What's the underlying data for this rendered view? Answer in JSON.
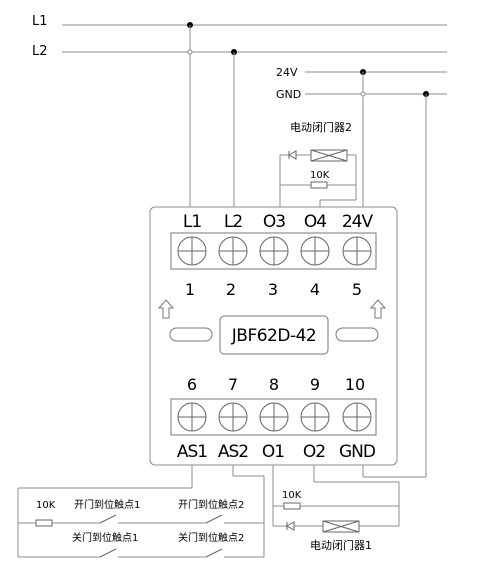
{
  "supply": {
    "l1": "L1",
    "l2": "L2",
    "v24": "24V",
    "gnd": "GND"
  },
  "module": {
    "model": "JBF62D-42",
    "top_labels": [
      "L1",
      "L2",
      "O3",
      "O4",
      "24V"
    ],
    "top_numbers": [
      "1",
      "2",
      "3",
      "4",
      "5"
    ],
    "bottom_numbers": [
      "6",
      "7",
      "8",
      "9",
      "10"
    ],
    "bottom_labels": [
      "AS1",
      "AS2",
      "O1",
      "O2",
      "GND"
    ]
  },
  "closer2": {
    "title": "电动闭门器2",
    "resistor": "10K"
  },
  "closer1": {
    "title": "电动闭门器1",
    "resistor": "10K"
  },
  "contacts": {
    "resistor": "10K",
    "open1": "开门到位触点1",
    "open2": "开门到位触点2",
    "close1": "关门到位触点1",
    "close2": "关门到位触点2"
  }
}
